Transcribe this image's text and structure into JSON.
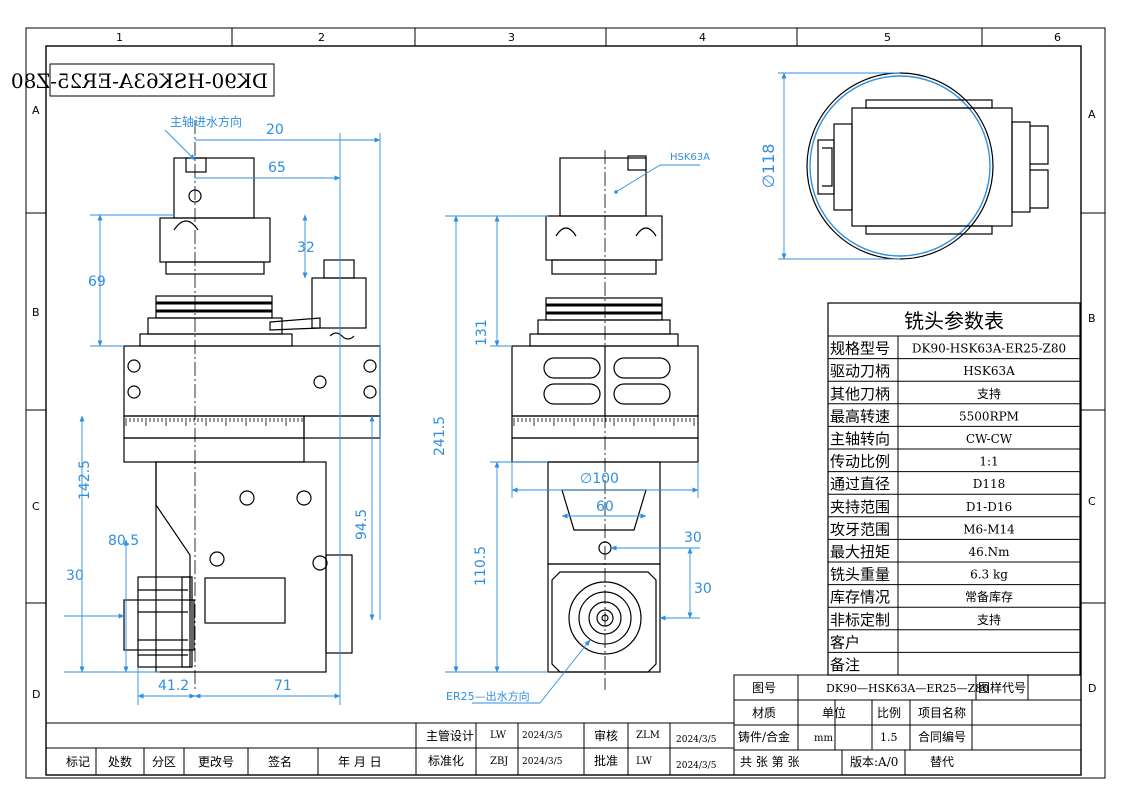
{
  "drawing_no_mirrored": "DK90-HSK63A-ER25-Z80",
  "grid": {
    "columns": [
      "1",
      "2",
      "3",
      "4",
      "5",
      "6"
    ],
    "rows": [
      "A",
      "B",
      "C",
      "D"
    ]
  },
  "annotations": {
    "spindle_water_inlet": "主轴进水方向",
    "hsk_label": "HSK63A",
    "er_outlet": "ER25—出水方向"
  },
  "dimensions": {
    "d20": "20",
    "d65": "65",
    "d32": "32",
    "d69": "69",
    "d142_5": "142.5",
    "d80_5": "80.5",
    "d30_left": "30",
    "d41_2": "41.2",
    "d71": "71",
    "d94_5": "94.5",
    "d131": "131",
    "d241_5": "241.5",
    "d110_5": "110.5",
    "d100": "∅100",
    "d60": "60",
    "d30_a": "30",
    "d30_b": "30",
    "d118": "∅118"
  },
  "param_table": {
    "title": "铣头参数表",
    "rows": [
      {
        "label": "规格型号",
        "value": "DK90-HSK63A-ER25-Z80"
      },
      {
        "label": "驱动刀柄",
        "value": "HSK63A"
      },
      {
        "label": "其他刀柄",
        "value": "支持"
      },
      {
        "label": "最高转速",
        "value": "5500RPM"
      },
      {
        "label": "主轴转向",
        "value": "CW-CW"
      },
      {
        "label": "传动比例",
        "value": "1:1"
      },
      {
        "label": "通过直径",
        "value": "D118"
      },
      {
        "label": "夹持范围",
        "value": "D1-D16"
      },
      {
        "label": "攻牙范围",
        "value": "M6-M14"
      },
      {
        "label": "最大扭矩",
        "value": "46.Nm"
      },
      {
        "label": "铣头重量",
        "value": "6.3    kg"
      },
      {
        "label": "库存情况",
        "value": "常备库存"
      },
      {
        "label": "非标定制",
        "value": "支持"
      },
      {
        "label": "客户",
        "value": ""
      },
      {
        "label": "备注",
        "value": ""
      }
    ]
  },
  "title_block": {
    "drawing_no_label": "图号",
    "drawing_no": "DK90—HSK63A—ER25—Z80",
    "sample_code_label": "图样代号",
    "material_label": "材质",
    "unit_label": "单位",
    "scale_label": "比例",
    "project_name_label": "项目名称",
    "material": "铸件/合金",
    "unit": "mm",
    "scale": "1.5",
    "contract_no_label": "合同编号",
    "sheets": "共  张  第  张",
    "version": "版本:A/0",
    "replace": "替代",
    "design_label": "主管设计",
    "design_by": "LW",
    "design_date": "2024/3/5",
    "review_label": "审核",
    "review_by": "ZLM",
    "review_date": "2024/3/5",
    "std_label": "标准化",
    "std_by": "ZBJ",
    "std_date": "2024/3/5",
    "approve_label": "批准",
    "approve_by": "LW",
    "approve_date": "2024/3/5",
    "rev_headers": [
      "标记",
      "处数",
      "分区",
      "更改号",
      "签名",
      "年 月 日"
    ]
  }
}
